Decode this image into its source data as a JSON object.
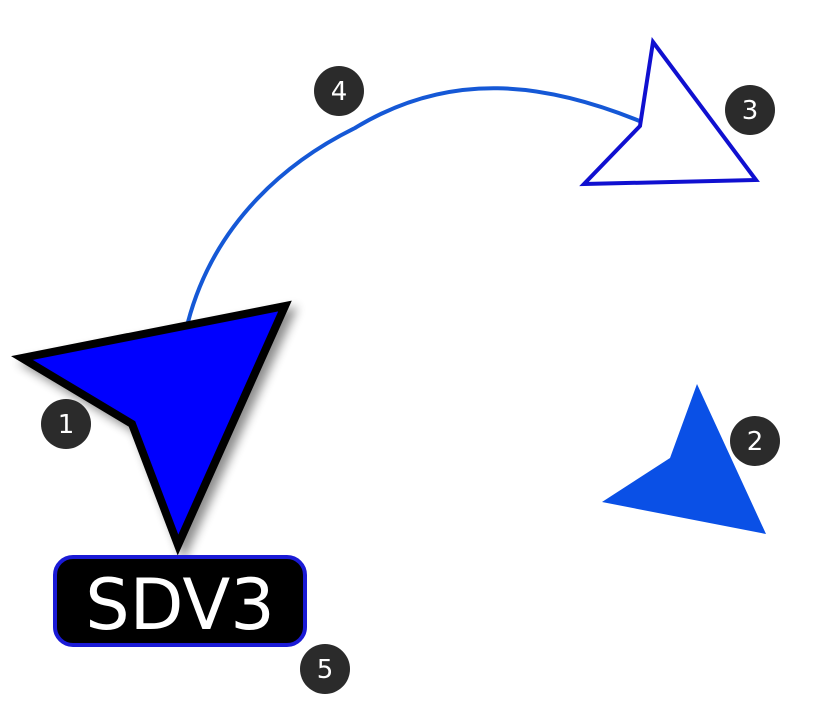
{
  "vehicle": {
    "label": "SDV3",
    "colors": {
      "fill": "#0000ff",
      "outline": "#000000",
      "label_bg": "#000000",
      "label_border": "#1a1ad6",
      "label_text": "#ffffff"
    }
  },
  "target_marker": {
    "color": "#0a50e6"
  },
  "waypoint_marker": {
    "color": "#1010d0"
  },
  "route": {
    "color": "#1558d6"
  },
  "callouts": {
    "c1": "1",
    "c2": "2",
    "c3": "3",
    "c4": "4",
    "c5": "5",
    "colors": {
      "bg": "#2b2b2b",
      "text": "#ffffff"
    }
  }
}
